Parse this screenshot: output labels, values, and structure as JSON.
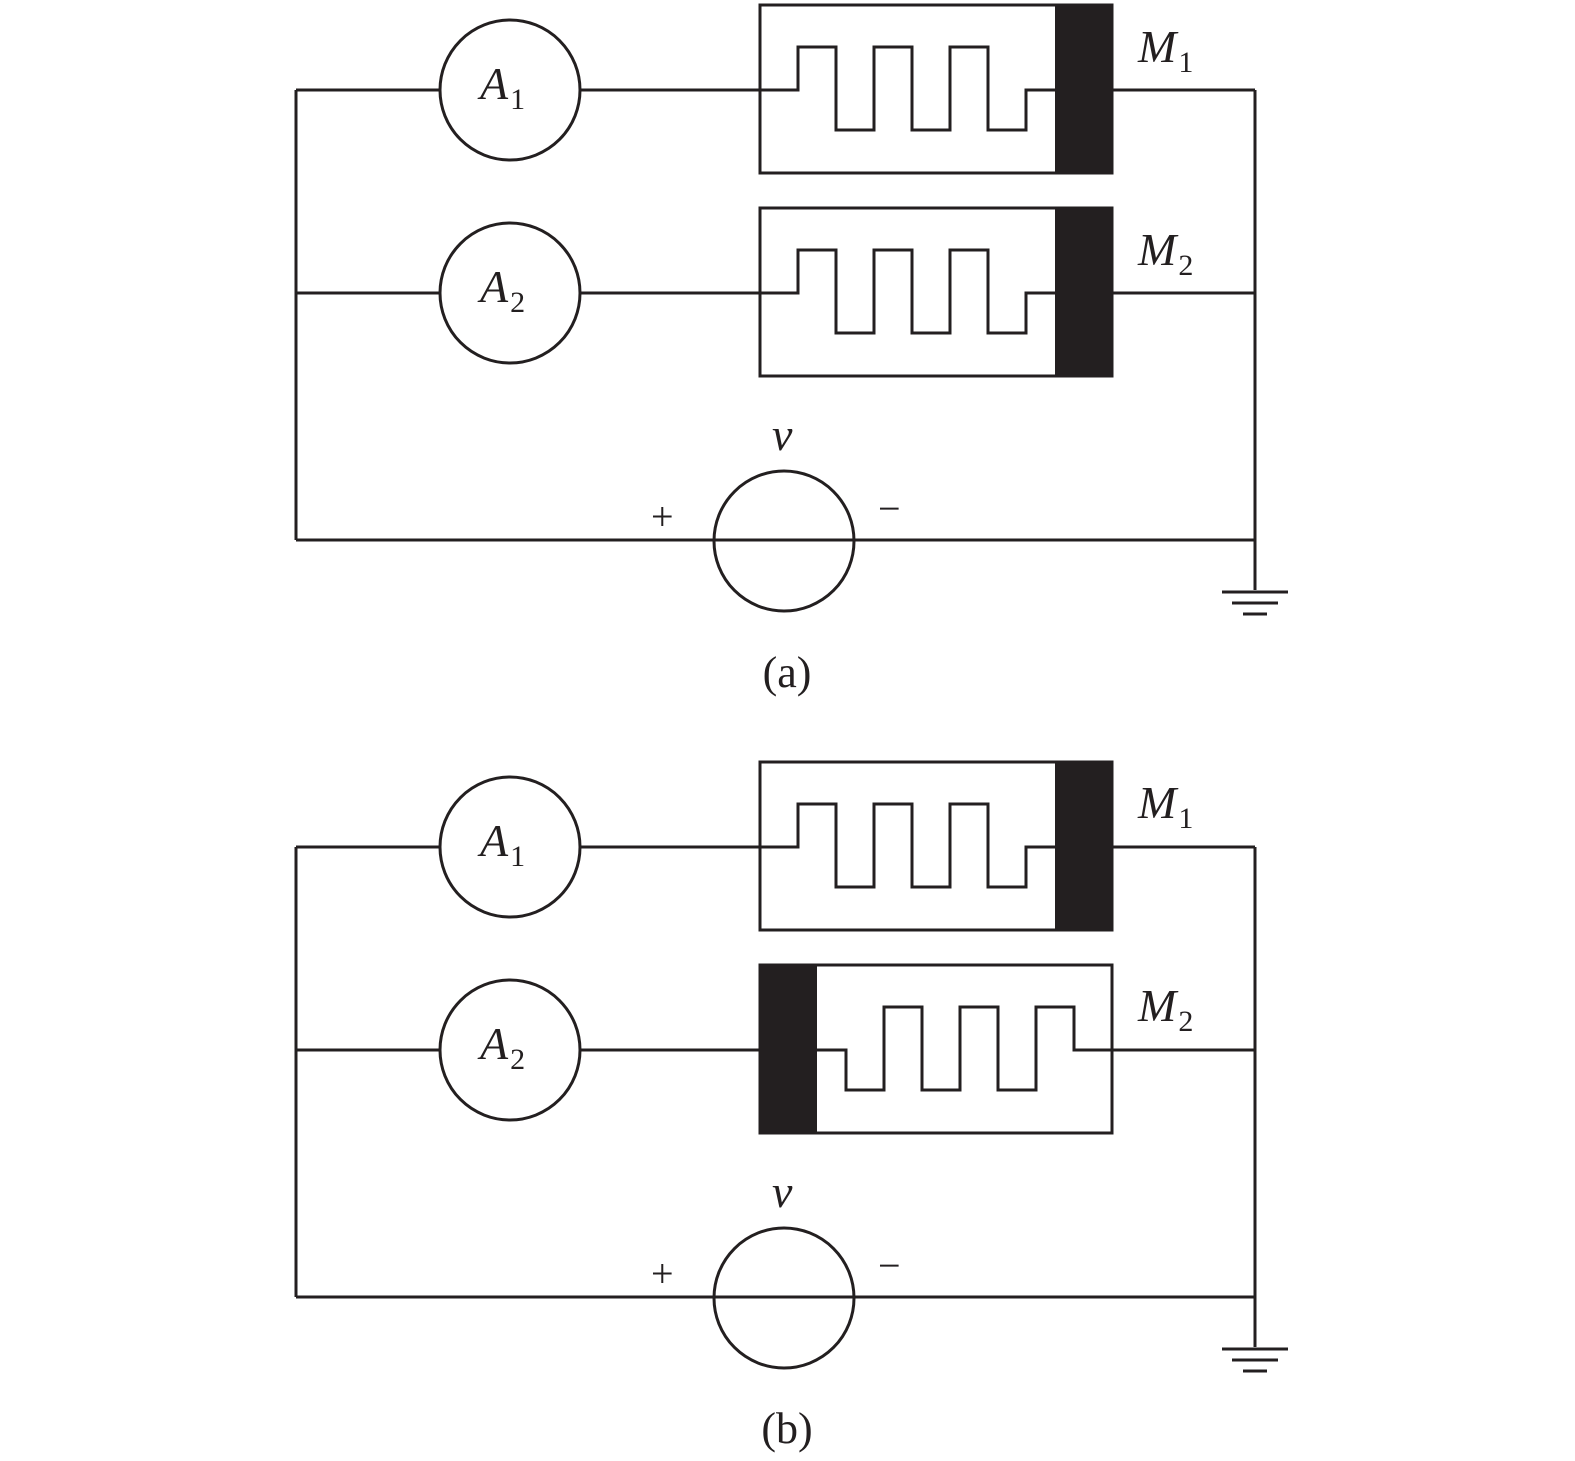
{
  "colors": {
    "stroke": "#231f20",
    "fill": "#231f20",
    "background": "#ffffff"
  },
  "panels": [
    {
      "caption": "(a)",
      "ammeter_1": {
        "letter": "A",
        "sub": "1"
      },
      "ammeter_2": {
        "letter": "A",
        "sub": "2"
      },
      "memristor_1": {
        "letter": "M",
        "sub": "1",
        "bar_side": "right"
      },
      "memristor_2": {
        "letter": "M",
        "sub": "2",
        "bar_side": "right"
      },
      "source": {
        "label": "v",
        "plus": "+",
        "minus": "−"
      }
    },
    {
      "caption": "(b)",
      "ammeter_1": {
        "letter": "A",
        "sub": "1"
      },
      "ammeter_2": {
        "letter": "A",
        "sub": "2"
      },
      "memristor_1": {
        "letter": "M",
        "sub": "1",
        "bar_side": "right"
      },
      "memristor_2": {
        "letter": "M",
        "sub": "2",
        "bar_side": "left"
      },
      "source": {
        "label": "v",
        "plus": "+",
        "minus": "−"
      }
    }
  ]
}
